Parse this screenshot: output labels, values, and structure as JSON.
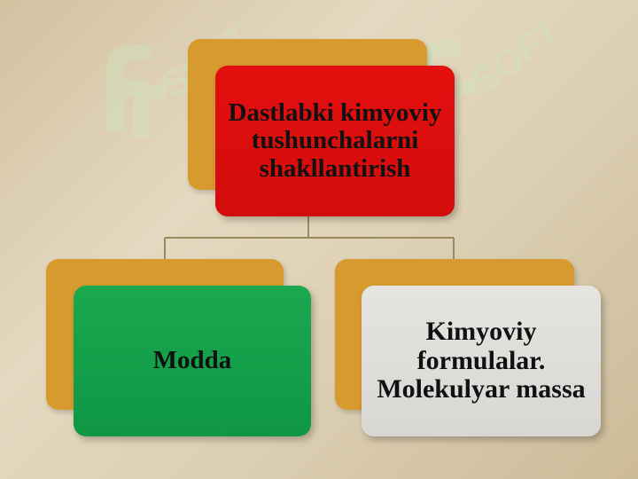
{
  "diagram": {
    "top_node": {
      "label": "Dastlabki kimyoviy tushunchalarni shakllantirish"
    },
    "left_node": {
      "label": "Modda"
    },
    "right_node": {
      "label": "Kimyoviy formulalar. Molekulyar massa"
    },
    "watermark_text": "SOFT",
    "colors": {
      "background": "#ddd0b4",
      "accent_back": "#d79a2e",
      "top_fill": "#dc0e0e",
      "left_fill": "#14a049",
      "right_fill": "#dedcd9",
      "connector": "#9a8a60"
    }
  }
}
